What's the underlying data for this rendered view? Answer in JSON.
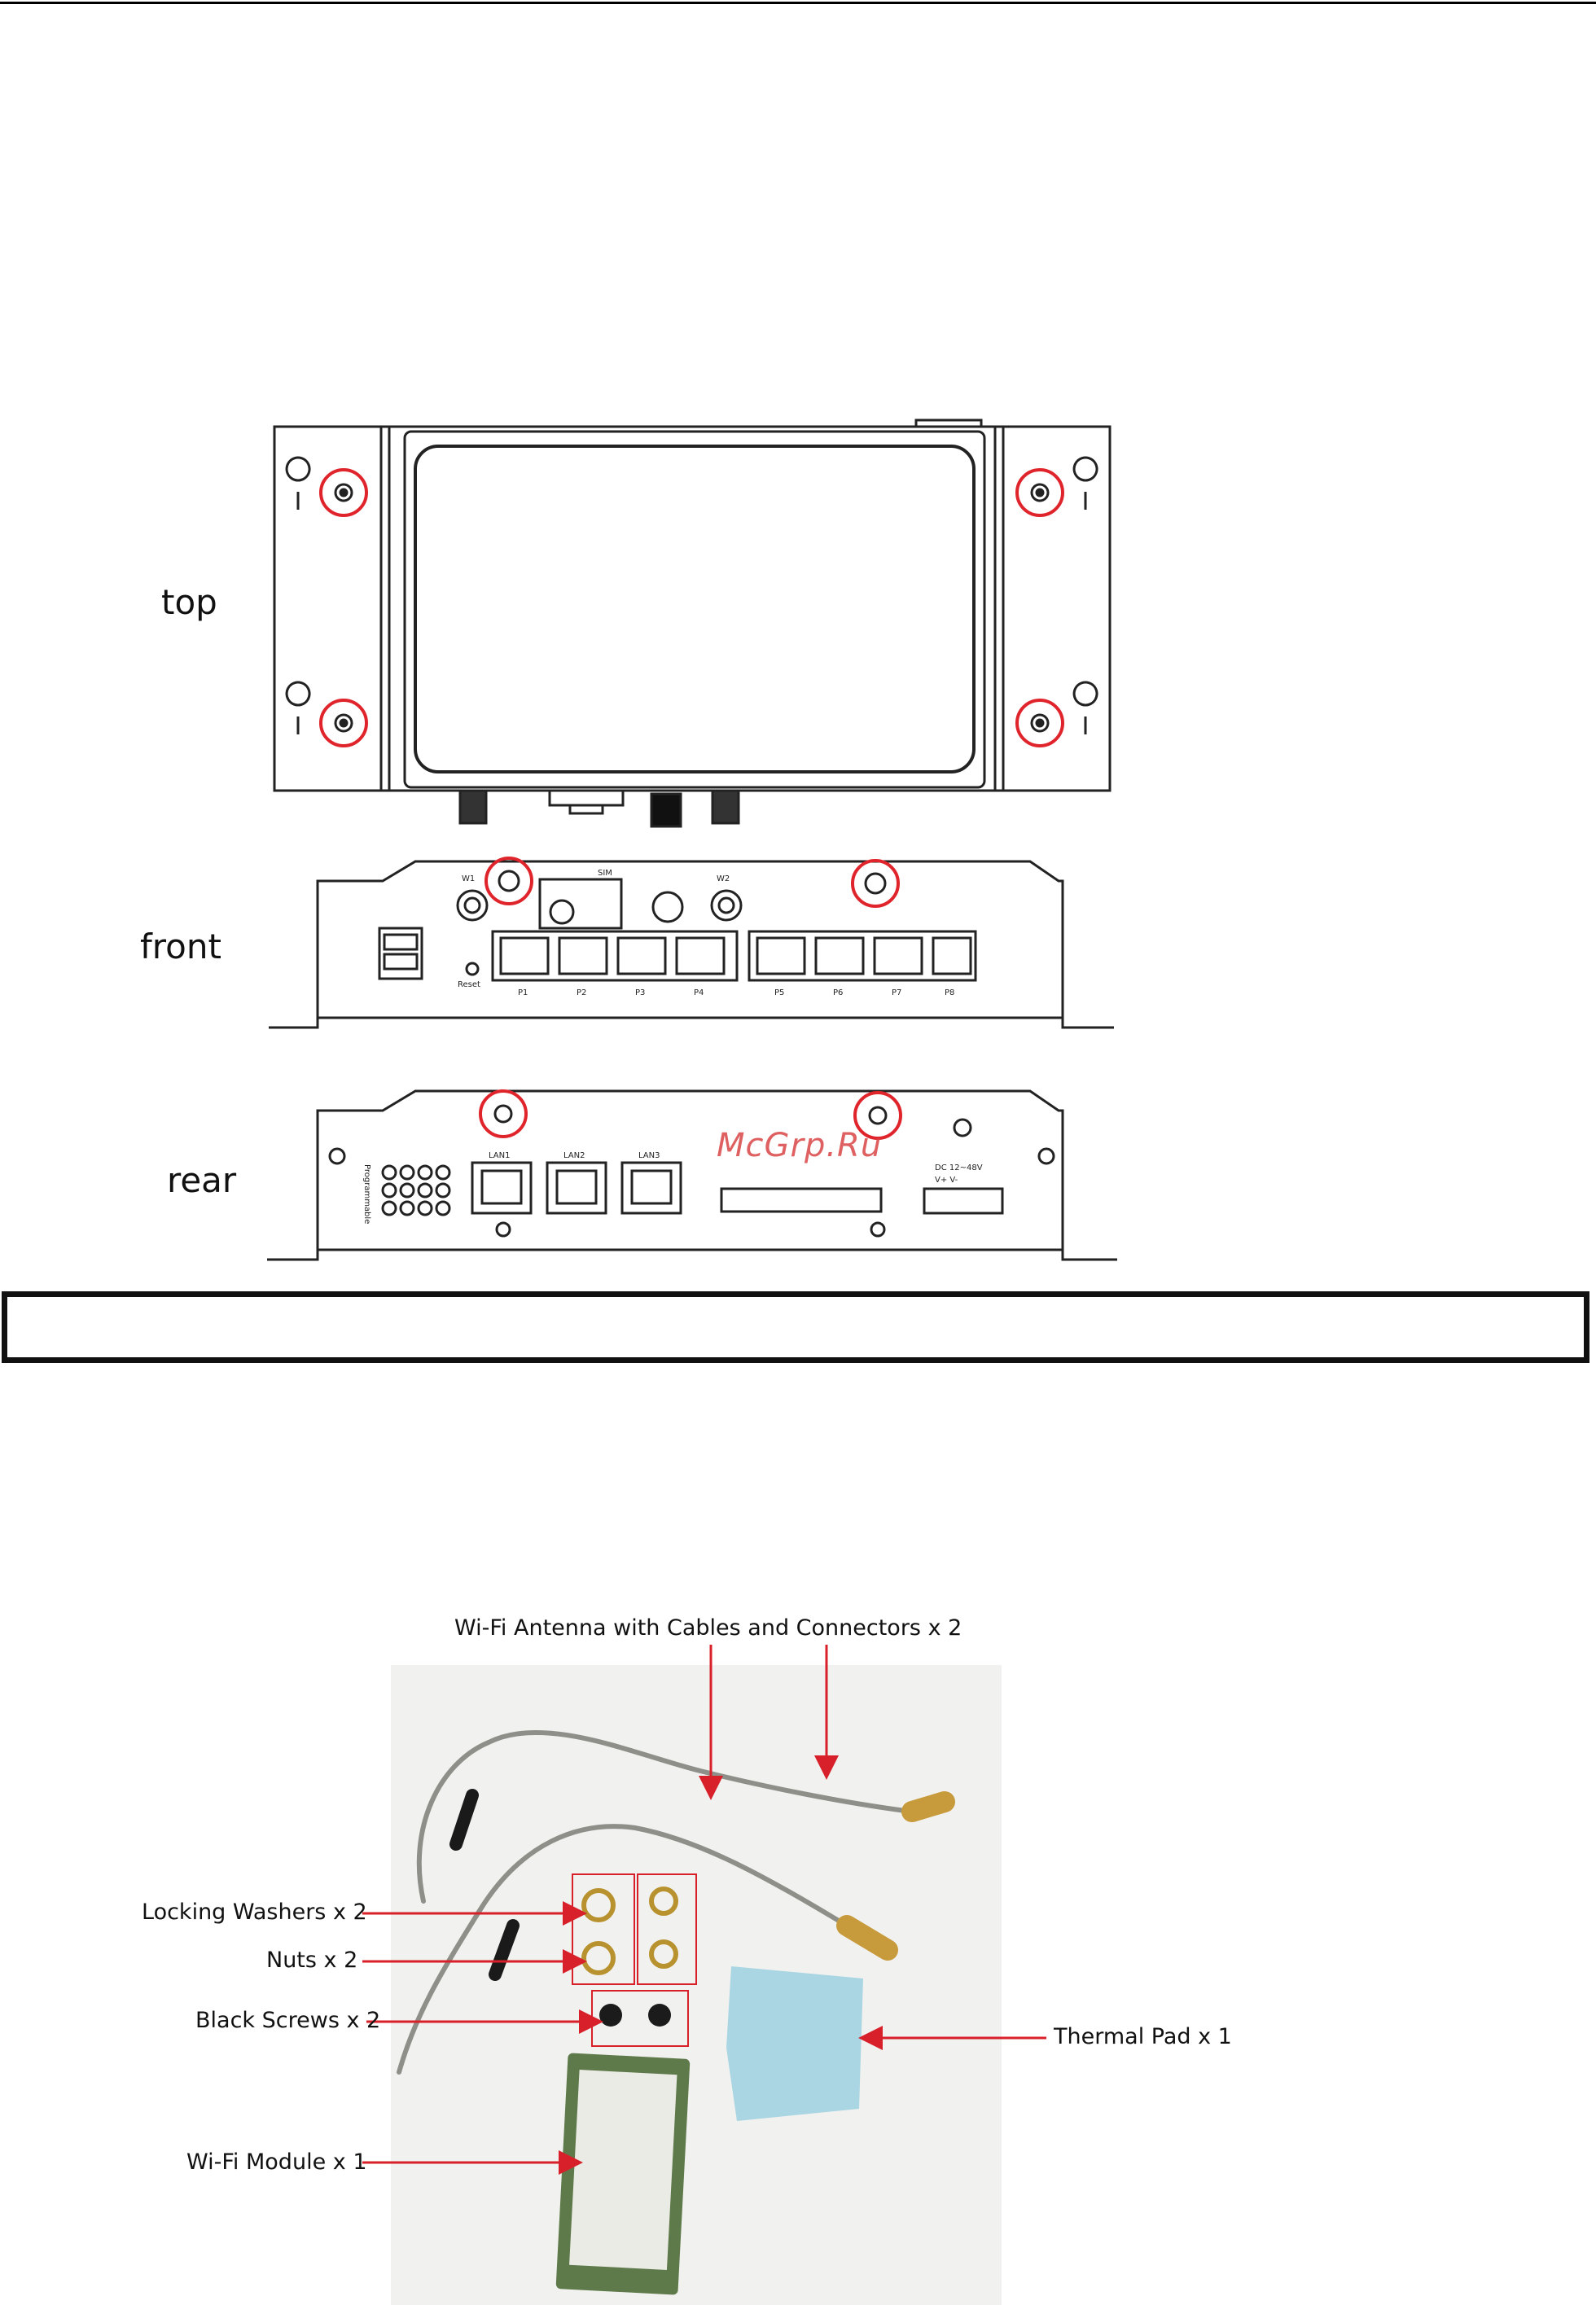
{
  "views": {
    "top": "top",
    "front": "front",
    "rear": "rear"
  },
  "front_panel": {
    "antenna_left": "W1",
    "antenna_right": "W2",
    "sim": "SIM",
    "reset": "Reset",
    "ports": [
      "P1",
      "P2",
      "P3",
      "P4",
      "P5",
      "P6",
      "P7",
      "P8"
    ]
  },
  "rear_panel": {
    "programmable": "Programmable",
    "lan_ports": [
      "LAN1",
      "LAN2",
      "LAN3"
    ],
    "power": "DC 12~48V",
    "power_pins": "V+  V-"
  },
  "watermark": "McGrp.Ru",
  "callouts": {
    "antenna": "Wi-Fi Antenna with Cables and Connectors x 2",
    "washers": "Locking Washers x 2",
    "nuts": "Nuts x 2",
    "screws": "Black Screws x 2",
    "module": "Wi-Fi Module x 1",
    "thermal": "Thermal Pad x 1"
  },
  "colors": {
    "highlight": "#e0242b",
    "callout_arrow": "#d8202a",
    "thermal_pad": "#a9d6e2",
    "pcb": "#5f7a4a"
  }
}
